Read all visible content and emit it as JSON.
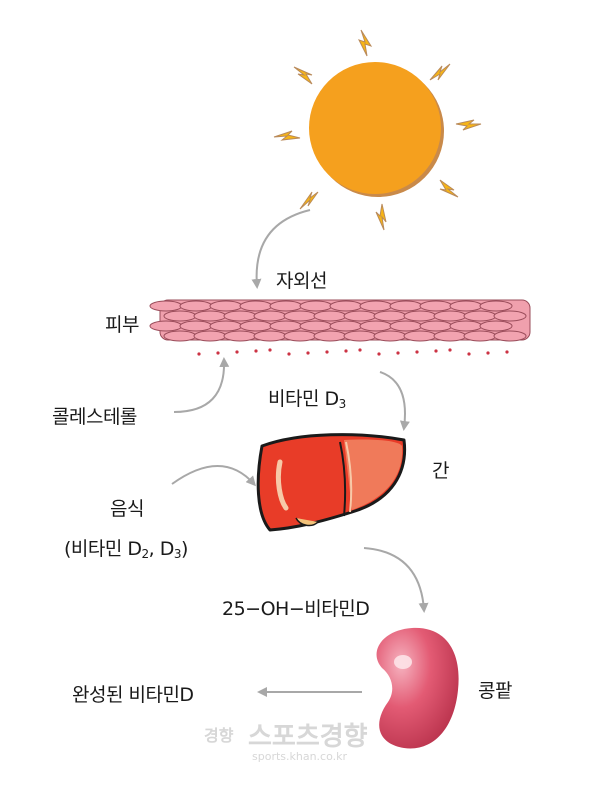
{
  "labels": {
    "uv": "자외선",
    "skin": "피부",
    "cholesterol": "콜레스테롤",
    "vitd3_main": "비타민 D",
    "vitd3_sub": "3",
    "liver": "간",
    "food": "음식",
    "food_vit_a": "(비타민 D",
    "food_vit_sub1": "2",
    "food_vit_b": ", D",
    "food_vit_sub2": "3",
    "food_vit_c": ")",
    "oh_vitd": "25−OH−비타민D",
    "kidney": "콩팥",
    "final": "완성된 비타민D"
  },
  "watermark": {
    "logo": "경향",
    "brand": "스포츠경향",
    "url": "sports.khan.co.kr"
  },
  "colors": {
    "sun": "#f5a01e",
    "sun_rim": "#c98a4a",
    "ray": "#f7b515",
    "skin_fill": "#f2a3b0",
    "skin_line": "#9a4c5a",
    "dots": "#cc3344",
    "liver": "#e83c28",
    "liver_light": "#f07a5a",
    "kidney": "#d94a62",
    "arrow": "#a8a8a8"
  }
}
